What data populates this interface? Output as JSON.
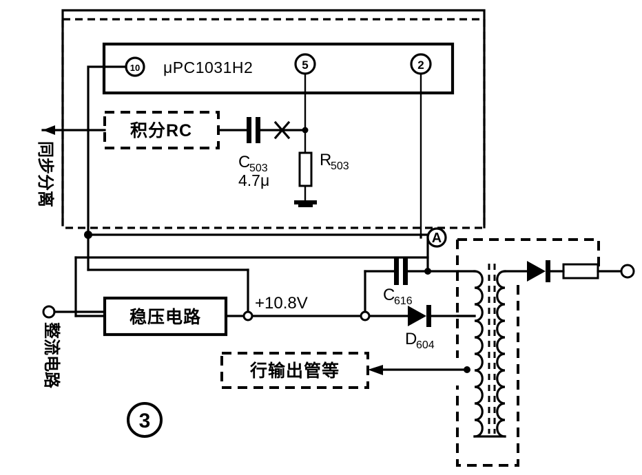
{
  "figure": {
    "number_label": "3",
    "node_marker": "A"
  },
  "ic": {
    "part_number": "μPC1031H2",
    "pins": [
      {
        "number": "10"
      },
      {
        "number": "5"
      },
      {
        "number": "2"
      }
    ]
  },
  "blocks": [
    {
      "id": "integrator",
      "label": "积分RC",
      "style": "dashed"
    },
    {
      "id": "regulator",
      "label": "稳压电路",
      "style": "solid"
    },
    {
      "id": "horizontal-output",
      "label": "行输出管等",
      "style": "dashed"
    }
  ],
  "vertical_labels": [
    {
      "id": "sync-separator",
      "label": "同步分离"
    },
    {
      "id": "rectifier",
      "label": "整流电路"
    }
  ],
  "components": [
    {
      "id": "c503",
      "ref": "C",
      "subscript": "503",
      "value": "4.7μ",
      "type": "capacitor"
    },
    {
      "id": "r503",
      "ref": "R",
      "subscript": "503",
      "value": "",
      "type": "resistor"
    },
    {
      "id": "c616",
      "ref": "C",
      "subscript": "616",
      "value": "",
      "type": "capacitor"
    },
    {
      "id": "d604",
      "ref": "D",
      "subscript": "604",
      "value": "",
      "type": "diode"
    }
  ],
  "nets": [
    {
      "id": "supply-rail",
      "label": "+10.8V"
    }
  ],
  "colors": {
    "ink": "#000000",
    "paper": "#ffffff"
  }
}
